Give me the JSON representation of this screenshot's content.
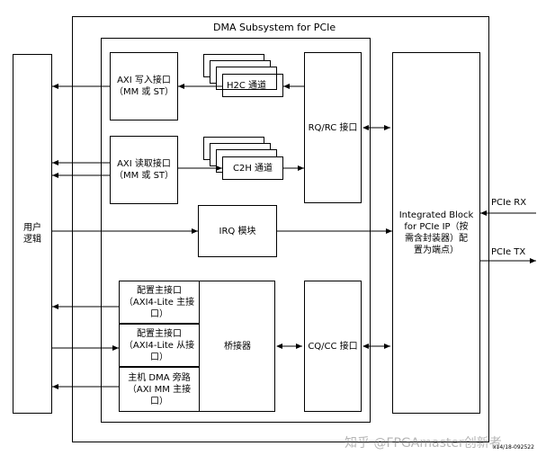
{
  "diagram": {
    "outer_title": "DMA Subsystem for PCIe",
    "user_logic": "用户\n逻辑",
    "axi_write": "AXI 写入接口\n（MM 或 ST）",
    "axi_read": "AXI 读取接口\n（MM 或 ST）",
    "h2c": "H2C 通道",
    "c2h": "C2H 通道",
    "rq_rc": "RQ/RC 接口",
    "irq": "IRQ 模块",
    "integrated_block": "Integrated Block\nfor PCIe IP（按\n需含封装器）配\n置为端点）",
    "pcie_rx": "PCIe RX",
    "pcie_tx": "PCIe TX",
    "cfg_master": "配置主接口\n（AXI4-Lite 主接\n口）",
    "cfg_slave": "配置主接口\n（AXI4-Lite 从接\n口）",
    "host_dma_bypass": "主机 DMA 旁路\n（AXI MM 主接\n口）",
    "bridge": "桥接器",
    "cq_cc": "CQ/CC 接口",
    "figure_id": "x14/18-092522",
    "watermark": "知乎 @FPGAmaster创新者"
  }
}
